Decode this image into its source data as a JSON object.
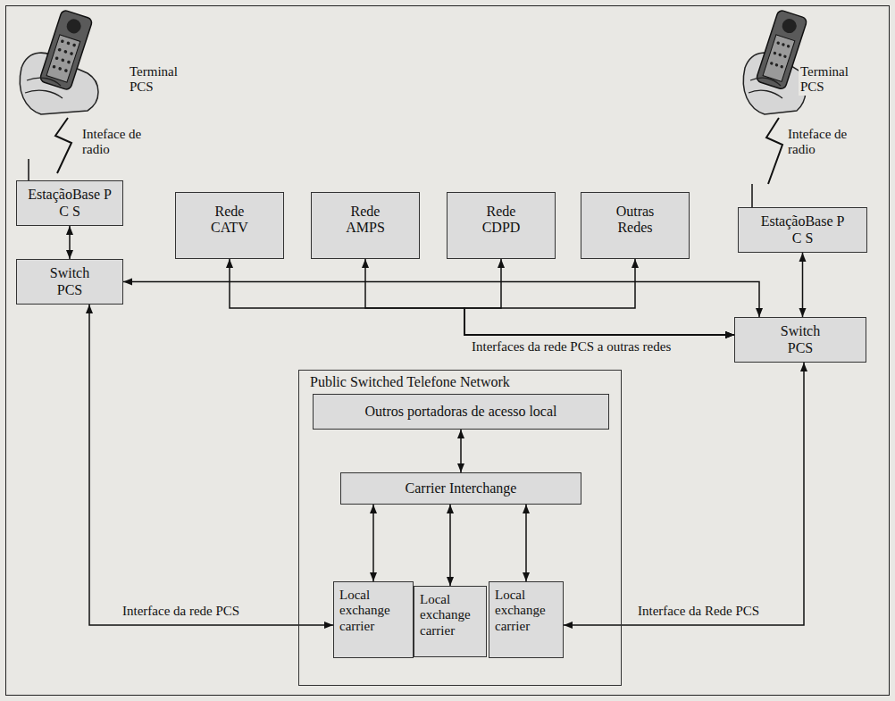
{
  "diagram": {
    "nodes": [
      {
        "text": [
          "EstaçãoBase P C S"
        ]
      },
      {
        "text": [
          "Rede CATV"
        ]
      },
      {
        "text": [
          "Rede AMPS"
        ]
      },
      {
        "text": [
          "Rede CDPD"
        ]
      },
      {
        "text": [
          "Outras Redes"
        ]
      },
      {
        "text": [
          "EstaçãoBase P C S"
        ]
      },
      {
        "text": [
          "Switch PCS"
        ]
      },
      {
        "text": [
          "Switch PCS"
        ]
      },
      {
        "text": [
          "Public Switched Telefone Network"
        ]
      },
      {
        "text": [
          "Outros portadoras de acesso local"
        ],
        "in": 8
      },
      {
        "text": [
          "Carrier Interchange"
        ],
        "in": 8
      },
      {
        "text": [
          "Local exchange carrier"
        ],
        "in": 8
      },
      {
        "text": [
          "Local exchange carrier"
        ],
        "in": 8
      },
      {
        "text": [
          "Local exchange carrier"
        ],
        "in": 8
      }
    ],
    "edges": [
      {
        "from": 0,
        "to": 6,
        "arrow": "both"
      },
      {
        "from": 6,
        "to": 7,
        "arrow": "both"
      },
      {
        "from": 5,
        "to": 7,
        "arrow": "both"
      },
      {
        "from": 7,
        "to": 1,
        "arrow": "both"
      },
      {
        "from": 7,
        "to": 2,
        "arrow": "both"
      },
      {
        "from": 7,
        "to": 3,
        "arrow": "both"
      },
      {
        "from": 7,
        "to": 4,
        "arrow": "both",
        "label": "Interfaces da rede PCS a outras redes"
      },
      {
        "from": 6,
        "to": 11,
        "arrow": "both",
        "label": "Interface da rede PCS"
      },
      {
        "from": 7,
        "to": 13,
        "arrow": "both",
        "label": "Interface da Rede PCS"
      },
      {
        "from": 9,
        "to": 10,
        "arrow": "both"
      },
      {
        "from": 10,
        "to": 11,
        "arrow": "both"
      },
      {
        "from": 10,
        "to": 12,
        "arrow": "both"
      },
      {
        "from": 10,
        "to": 13,
        "arrow": "both"
      }
    ],
    "labels": [
      "Terminal PCS",
      "Inteface de radio",
      "Terminal PCS",
      "Inteface de radio"
    ]
  }
}
